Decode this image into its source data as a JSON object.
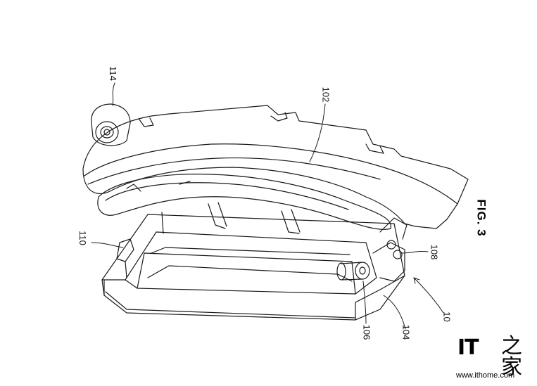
{
  "figure": {
    "title": "FIG. 3",
    "reference_numerals": {
      "r114": "114",
      "r102": "102",
      "r110": "110",
      "r108": "108",
      "r106": "106",
      "r104": "104",
      "r10": "10"
    }
  },
  "watermark": {
    "mark": "IT",
    "glyph": "之家",
    "url": "www.ithome.com"
  },
  "colors": {
    "line": "#1a1a1a",
    "background": "#ffffff"
  }
}
